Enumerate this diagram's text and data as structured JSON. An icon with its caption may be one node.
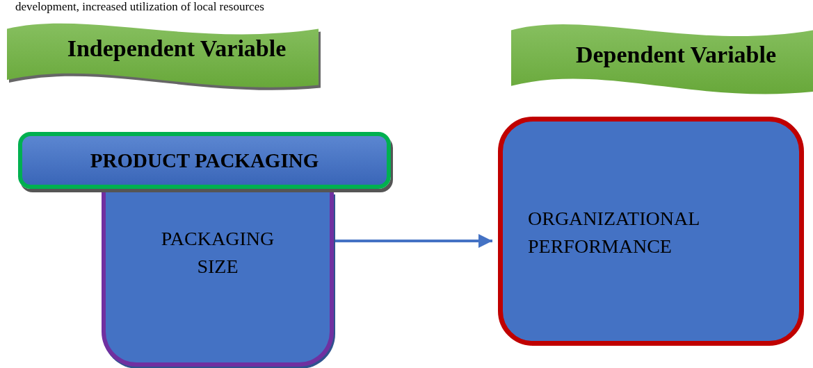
{
  "diagram": {
    "nodes": [
      {
        "text": [
          "Independent Variable"
        ]
      },
      {
        "text": [
          "Dependent Variable"
        ]
      },
      {
        "text": [
          "PACKAGING SIZE"
        ]
      },
      {
        "text": [
          "PRODUCT PACKAGING"
        ]
      },
      {
        "text": [
          "ORGANIZATIONAL PERFORMANCE"
        ]
      }
    ],
    "edges": [
      {
        "from": 2,
        "to": 4,
        "arrow": "to"
      }
    ],
    "labels": [
      "development, increased utilization of local resources"
    ]
  }
}
